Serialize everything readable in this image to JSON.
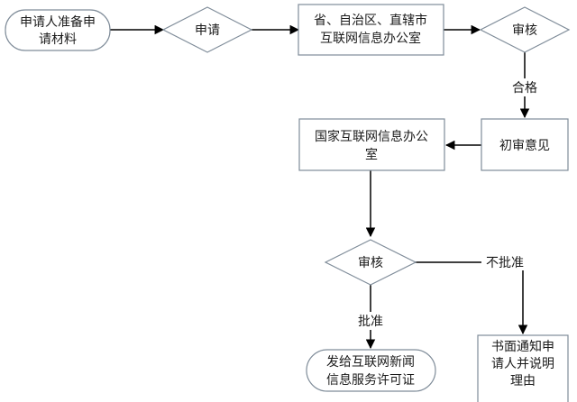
{
  "diagram": {
    "nodes": {
      "n1": {
        "lines": [
          "申请人准备申",
          "请材料"
        ]
      },
      "n2": {
        "lines": [
          "申请"
        ]
      },
      "n3": {
        "lines": [
          "省、自治区、直辖市",
          "互联网信息办公室"
        ]
      },
      "n4": {
        "lines": [
          "审核"
        ]
      },
      "n5": {
        "lines": [
          "初审意见"
        ]
      },
      "n6": {
        "lines": [
          "国家互联网信息办公",
          "室"
        ]
      },
      "n7": {
        "lines": [
          "审核"
        ]
      },
      "n8": {
        "lines": [
          "发给互联网新闻",
          "信息服务许可证"
        ]
      },
      "n9": {
        "lines": [
          "书面通知申",
          "请人并说明",
          "理由"
        ]
      }
    },
    "edges": {
      "e1": {
        "label": ""
      },
      "e2": {
        "label": ""
      },
      "e3": {
        "label": ""
      },
      "e4": {
        "label": "合格"
      },
      "e5": {
        "label": ""
      },
      "e6": {
        "label": ""
      },
      "e7": {
        "label": "批准"
      },
      "e8": {
        "label": "不批准"
      }
    }
  }
}
